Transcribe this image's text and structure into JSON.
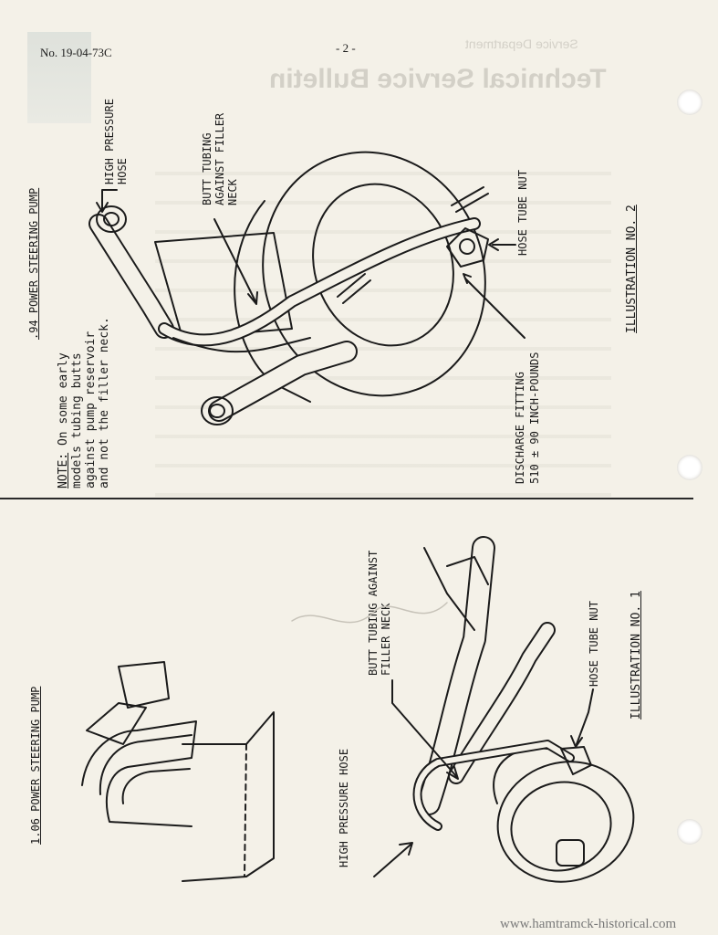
{
  "header": {
    "bulletin_number": "No. 19-04-73C",
    "page_number": "- 2 -",
    "mirrored_department": "Service Department",
    "mirrored_title": "Technical Service Bulletin"
  },
  "upper_section": {
    "title": ".94 POWER STEERING PUMP",
    "note_label": "NOTE:",
    "note_lines": [
      "On some early",
      "models tubing butts",
      "against pump reservoir",
      "and not the filler neck."
    ],
    "labels": {
      "high_pressure_hose": [
        "HIGH PRESSURE",
        "HOSE"
      ],
      "butt_tubing": [
        "BUTT TUBING",
        "AGAINST FILLER",
        "NECK"
      ],
      "hose_tube_nut": "HOSE TUBE NUT",
      "discharge_fitting": [
        "DISCHARGE FITTING",
        "510 ± 90 INCH-POUNDS"
      ]
    },
    "caption": "ILLUSTRATION NO. 2"
  },
  "lower_section": {
    "title": "1.06 POWER STEERING PUMP",
    "labels": {
      "butt_tubing": [
        "BUTT TUBING AGAINST",
        "FILLER NECK"
      ],
      "high_pressure_hose": "HIGH PRESSURE HOSE",
      "hose_tube_nut": "HOSE TUBE NUT"
    },
    "caption": "ILLUSTRATION NO. 1"
  },
  "footer": {
    "watermark": "www.hamtramck-historical.com"
  }
}
